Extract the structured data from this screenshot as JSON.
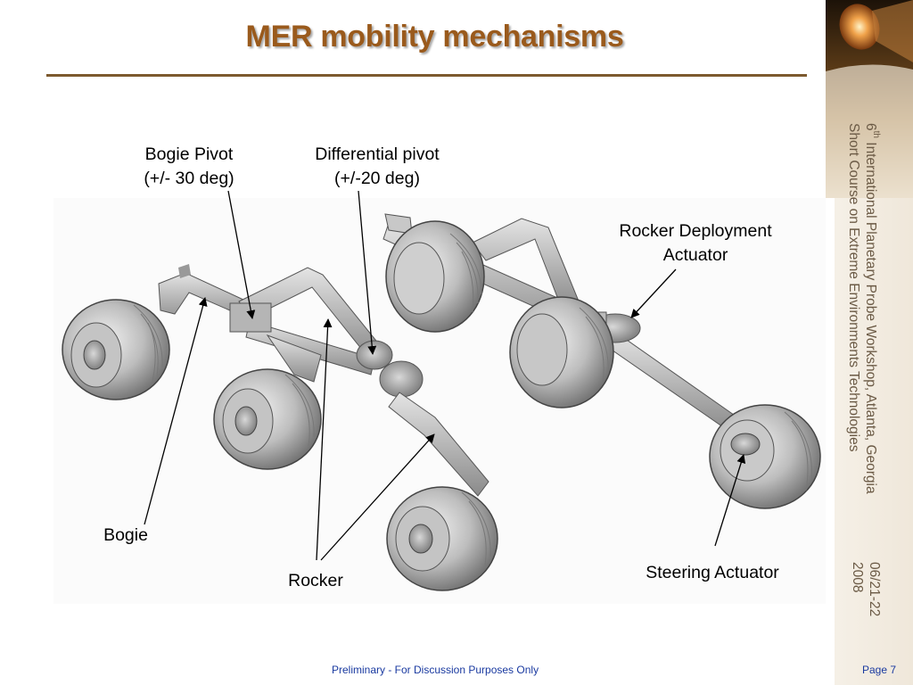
{
  "slide": {
    "title": "MER mobility mechanisms",
    "footer_note": "Preliminary - For Discussion Purposes Only",
    "page_label": "Page 7"
  },
  "sidebar": {
    "conference_line1_sup": "th",
    "conference_line1_num": "6",
    "conference_line1_rest": " International Planetary Probe Workshop, Atlanta, Georgia",
    "conference_line2": "Short Course on Extreme Environments Technologies",
    "date_line1": "06/21-22",
    "date_line2": "2008"
  },
  "labels": {
    "bogie_pivot_line1": "Bogie Pivot",
    "bogie_pivot_line2": "(+/- 30 deg)",
    "differential_pivot_line1": "Differential pivot",
    "differential_pivot_line2": "(+/-20 deg)",
    "rocker_deploy_line1": "Rocker Deployment",
    "rocker_deploy_line2": "Actuator",
    "bogie": "Bogie",
    "rocker": "Rocker",
    "steering_actuator": "Steering Actuator"
  },
  "colors": {
    "title": "#9a5a1c",
    "rule": "#7d5a2f",
    "sidebar_text": "#6b5a45",
    "footer_text": "#1a3aa0"
  }
}
